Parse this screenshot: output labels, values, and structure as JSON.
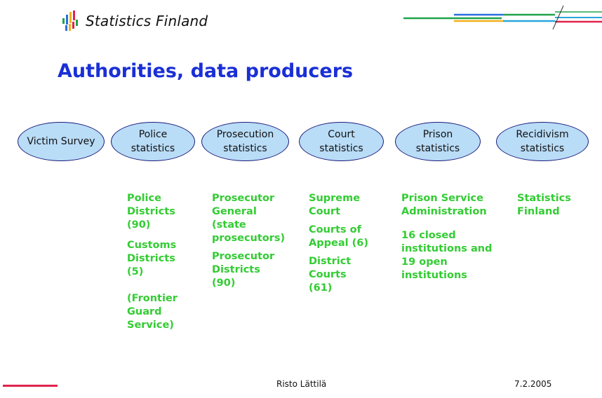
{
  "header": {
    "logo_text": "Statistics Finland",
    "title": "Authorities, data producers"
  },
  "stages": [
    {
      "label": "Victim Survey"
    },
    {
      "label": "Police\nstatistics"
    },
    {
      "label": "Prosecution\nstatistics"
    },
    {
      "label": "Court\nstatistics"
    },
    {
      "label": "Prison\nstatistics"
    },
    {
      "label": "Recidivism\nstatistics"
    }
  ],
  "producers": [
    {
      "items": [
        "Police\nDistricts\n(90)",
        "Customs\nDistricts\n(5)",
        "(Frontier\nGuard\nService)"
      ]
    },
    {
      "items": [
        "Prosecutor\nGeneral\n(state\nprosecutors)",
        "Prosecutor\nDistricts\n(90)"
      ]
    },
    {
      "items": [
        "Supreme\nCourt",
        "Courts of\nAppeal (6)",
        "District\nCourts\n(61)"
      ]
    },
    {
      "items": [
        "Prison Service\nAdministration",
        "16 closed\ninstitutions and\n19 open\ninstitutions"
      ]
    },
    {
      "items": [
        "Statistics\nFinland"
      ]
    }
  ],
  "footer": {
    "author": "Risto Lättilä",
    "date": "7.2.2005"
  },
  "colors": {
    "title": "#1a2fd6",
    "producer_text": "#33cc33",
    "ellipse_fill": "#b9dcf7",
    "ellipse_border": "#1a1a7a",
    "footer_accent": "#e0234d"
  }
}
